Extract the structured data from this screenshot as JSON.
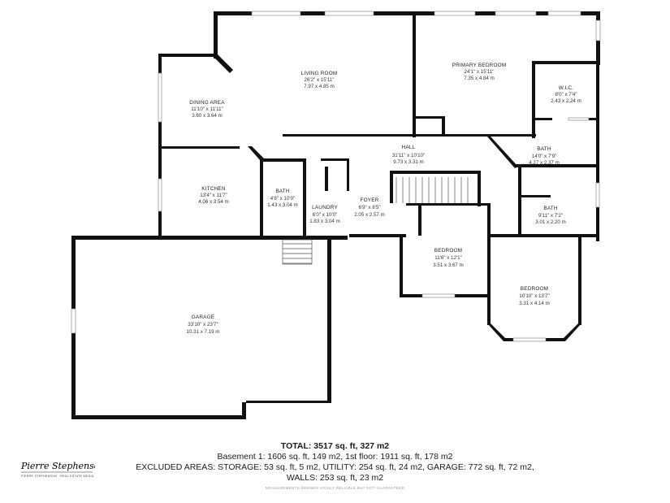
{
  "rooms": {
    "living": {
      "name": "LIVING ROOM",
      "dim_imperial": "26'2\" x 15'11\"",
      "dim_metric": "7.97 x 4.85 m"
    },
    "primary": {
      "name": "PRIMARY BEDROOM",
      "dim_imperial": "24'1\" x 15'11\"",
      "dim_metric": "7.35 x 4.84 m"
    },
    "wic": {
      "name": "W.I.C.",
      "dim_imperial": "8'0\" x 7'4\"",
      "dim_metric": "2.43 x 2.24 m"
    },
    "dining": {
      "name": "DINING AREA",
      "dim_imperial": "11'10\" x 11'11\"",
      "dim_metric": "3.60 x 3.64 m"
    },
    "hall": {
      "name": "HALL",
      "dim_imperial": "31'11\" x 10'10\"",
      "dim_metric": "9.73 x 3.31 m"
    },
    "bath1": {
      "name": "BATH",
      "dim_imperial": "14'0\" x 7'9\"",
      "dim_metric": "4.27 x 2.37 m"
    },
    "kitchen": {
      "name": "KITCHEN",
      "dim_imperial": "13'4\" x 11'7\"",
      "dim_metric": "4.06 x 3.54 m"
    },
    "bath2": {
      "name": "BATH",
      "dim_imperial": "4'8\" x 10'0\"",
      "dim_metric": "1.43 x 3.04 m"
    },
    "laundry": {
      "name": "LAUNDRY",
      "dim_imperial": "6'0\" x 10'0\"",
      "dim_metric": "1.83 x 3.04 m"
    },
    "foyer": {
      "name": "FOYER",
      "dim_imperial": "6'9\" x 8'5\"",
      "dim_metric": "2.05 x 2.57 m"
    },
    "bath3": {
      "name": "BATH",
      "dim_imperial": "9'11\" x 7'2\"",
      "dim_metric": "3.01 x 2.20 m"
    },
    "bedroom1": {
      "name": "BEDROOM",
      "dim_imperial": "11'6\" x 12'1\"",
      "dim_metric": "3.51 x 3.67 m"
    },
    "bedroom2": {
      "name": "BEDROOM",
      "dim_imperial": "10'10\" x 13'7\"",
      "dim_metric": "3.31 x 4.14 m"
    },
    "garage": {
      "name": "GARAGE",
      "dim_imperial": "33'10\" x 23'7\"",
      "dim_metric": "10.31 x 7.19 m"
    }
  },
  "summary": {
    "total": "TOTAL: 3517 sq. ft, 327 m2",
    "line1": "Basement 1: 1606 sq. ft, 149 m2, 1st floor: 1911 sq. ft, 178 m2",
    "line2": "EXCLUDED AREAS: STORAGE: 53 sq. ft, 5 m2, UTILITY: 254 sq. ft, 24 m2, GARAGE: 772 sq. ft, 72 m2,",
    "line3": "WALLS: 253 sq. ft, 23 m2",
    "disclaimer": "MEASUREMENTS DEEMED HIGHLY RELIABLE BUT NOT GUARANTEED"
  },
  "logo": {
    "signature": "Pierre Stephenson",
    "subtitle": "PIERRE STEPHENSON · REAL ESTATE MEDIA"
  }
}
